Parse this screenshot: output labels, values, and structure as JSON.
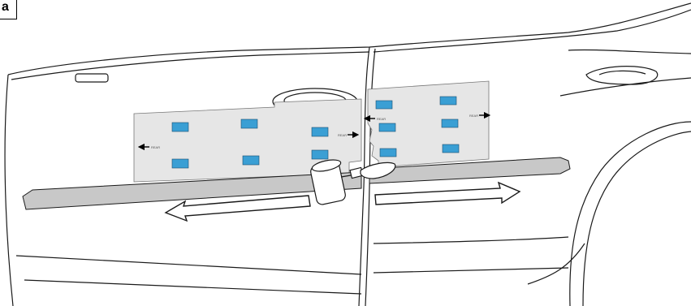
{
  "figure": {
    "panel_label": "a",
    "direction_labels": {
      "left_pad_arrow": "REAR",
      "center_front_arrow": "REAR",
      "right_left_arrow": "REAR",
      "far_right_arrow": "REAR"
    },
    "colors": {
      "adhesive_pad": "#3a9fd4",
      "backing_sheet": "#e6e6e6",
      "molding_strip": "#c8c8c8",
      "outline": "#1a1a1a"
    }
  }
}
